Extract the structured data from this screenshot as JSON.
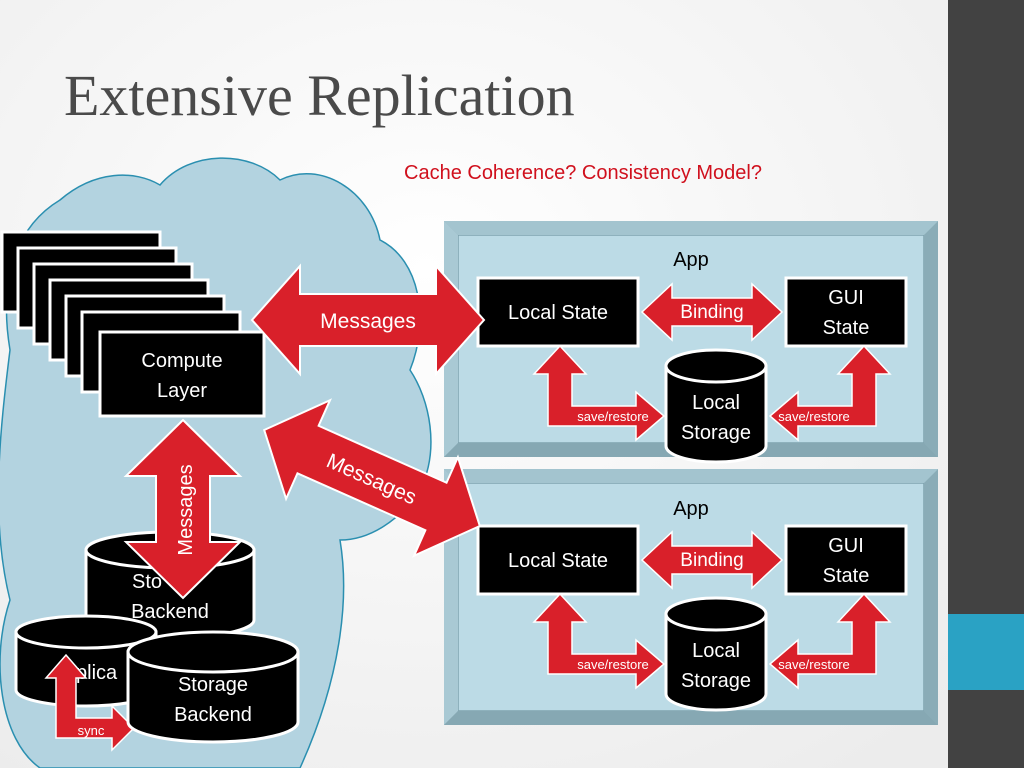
{
  "slide": {
    "title": "Extensive Replication",
    "subtitle": "Cache Coherence? Consistency Model?"
  },
  "compute_layer": {
    "label_line1": "Compute",
    "label_line2": "Layer"
  },
  "storage_backend": {
    "label_line1": "Storage",
    "label_line2": "Backend"
  },
  "storage_backend_partial": {
    "label_line1": "Sto",
    "label_line2": "Backend"
  },
  "replica_partial": {
    "label": "plica"
  },
  "arrows": {
    "messages": "Messages",
    "binding": "Binding",
    "save_restore": "save/restore",
    "sync": "sync"
  },
  "apps": [
    {
      "title": "App",
      "local_state": "Local State",
      "gui_state_line1": "GUI",
      "gui_state_line2": "State",
      "local_storage_line1": "Local",
      "local_storage_line2": "Storage"
    },
    {
      "title": "App",
      "local_state": "Local State",
      "gui_state_line1": "GUI",
      "gui_state_line2": "State",
      "local_storage_line1": "Local",
      "local_storage_line2": "Storage"
    }
  ],
  "colors": {
    "arrow_red": "#d9202a",
    "cloud_blue": "#b3d3e0",
    "panel_blue": "#bcdbe6",
    "sidebar_dark": "#424242",
    "sidebar_accent": "#2aa2c4",
    "box_black": "#000000"
  }
}
